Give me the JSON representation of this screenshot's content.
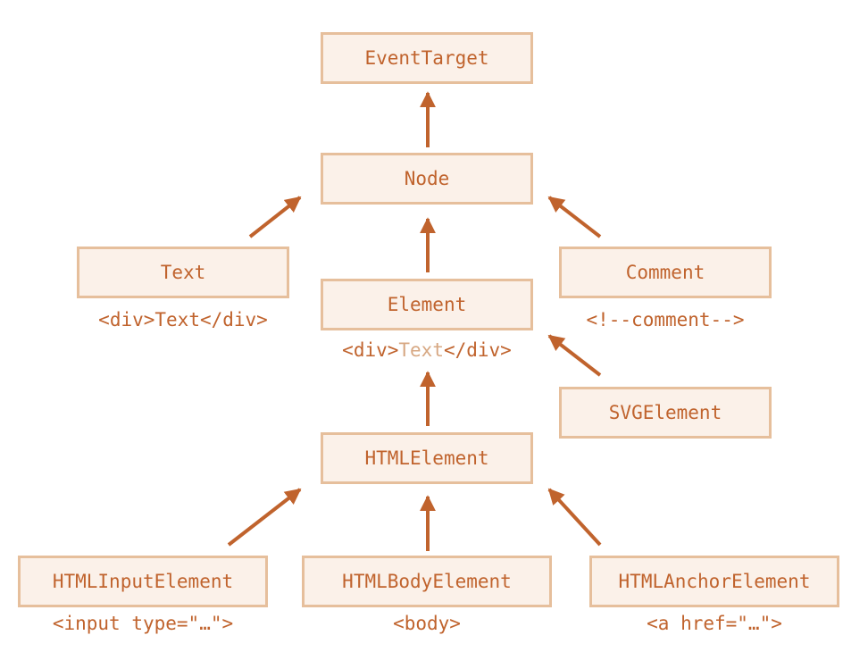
{
  "nodes": {
    "event_target": "EventTarget",
    "node": "Node",
    "text": "Text",
    "element": "Element",
    "comment": "Comment",
    "svg_element": "SVGElement",
    "html_element": "HTMLElement",
    "html_input_element": "HTMLInputElement",
    "html_body_element": "HTMLBodyElement",
    "html_anchor_element": "HTMLAnchorElement"
  },
  "captions": {
    "text": "<div>Text</div>",
    "comment": "<!--comment-->",
    "element_open": "<div>",
    "element_inner": "Text",
    "element_close": "</div>",
    "html_input_element": "<input type=\"…\">",
    "html_body_element": "<body>",
    "html_anchor_element": "<a href=\"…\">"
  },
  "colors": {
    "accent": "#c0632d",
    "box_fill": "#fbf1e9",
    "box_border": "#e6bf9c",
    "muted_text": "#d7a883"
  }
}
